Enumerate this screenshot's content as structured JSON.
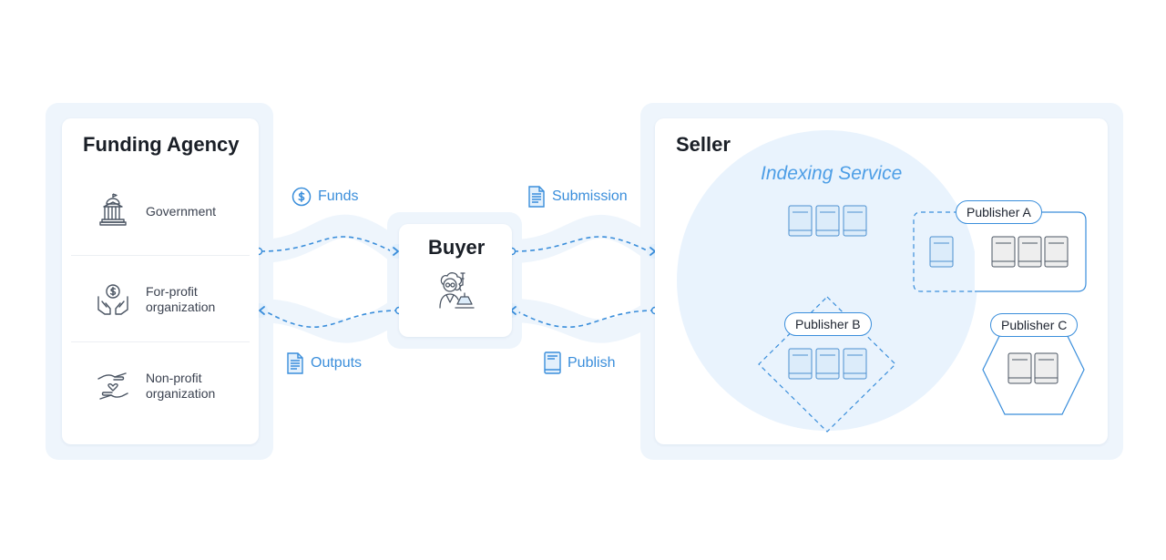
{
  "funding_agency": {
    "title": "Funding Agency",
    "items": [
      {
        "label": "Government",
        "icon": "government-building-icon"
      },
      {
        "label": "For-profit\norganization",
        "icon": "hands-dollar-icon"
      },
      {
        "label": "Non-profit\norganization",
        "icon": "hands-heart-icon"
      }
    ]
  },
  "buyer": {
    "title": "Buyer",
    "icon": "researcher-icon"
  },
  "flows": {
    "funds": "Funds",
    "outputs": "Outputs",
    "submission": "Submission",
    "publish": "Publish"
  },
  "seller": {
    "title": "Seller",
    "indexing_service": "Indexing Service",
    "publishers": [
      {
        "name": "Publisher A",
        "shape": "rounded-rectangle"
      },
      {
        "name": "Publisher B",
        "shape": "diamond"
      },
      {
        "name": "Publisher C",
        "shape": "hexagon"
      }
    ]
  },
  "colors": {
    "accent": "#3a8edb",
    "panel_background": "#eef5fc",
    "indexing_circle": "#e9f3fd",
    "journal_cover": "#dcecfa",
    "heading_text": "#1a1f27"
  }
}
